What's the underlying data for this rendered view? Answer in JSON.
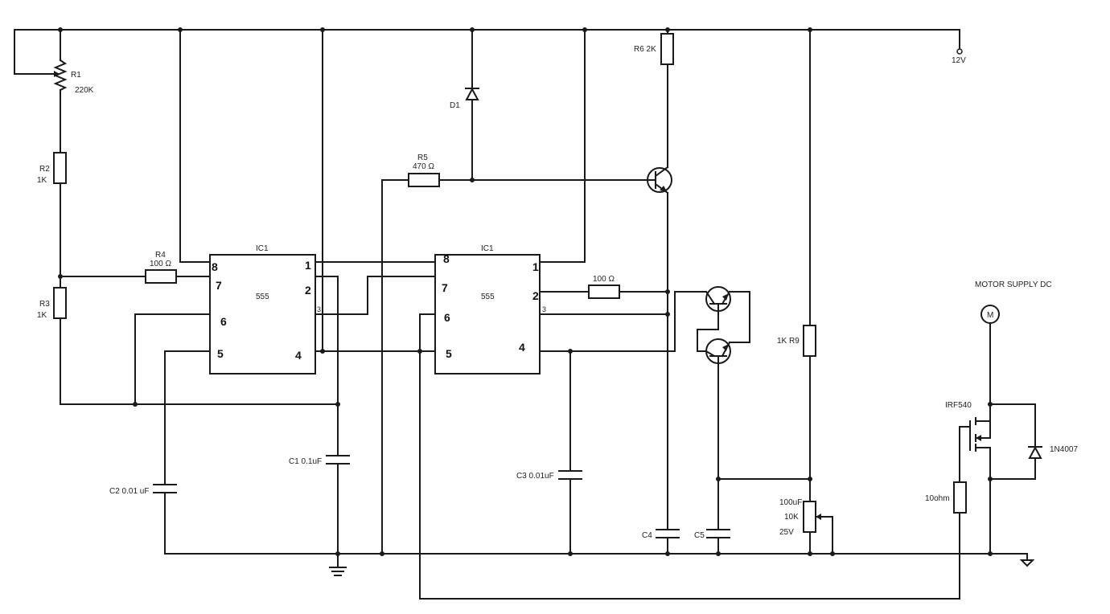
{
  "supply": {
    "label": "12V"
  },
  "r1": {
    "name": "R1",
    "value": "220K"
  },
  "r2": {
    "name": "R2",
    "value": "1K"
  },
  "r3": {
    "name": "R3",
    "value": "1K"
  },
  "r4": {
    "name": "R4",
    "value": "100 Ω"
  },
  "r5": {
    "name": "R5",
    "value": "470 Ω"
  },
  "r6": {
    "label": "R6 2K"
  },
  "r8": {
    "value": "100 Ω"
  },
  "r9": {
    "label": "1K R9"
  },
  "d1": {
    "name": "D1"
  },
  "c1": {
    "label": "C1 0.1uF"
  },
  "c2": {
    "label": "C2 0.01 uF"
  },
  "c3": {
    "label": "C3 0.01uF"
  },
  "c4": {
    "label": "C4"
  },
  "c5": {
    "label": "C5"
  },
  "pot": {
    "line1": "100uF",
    "line2": "10K",
    "line3": "25V"
  },
  "gate_res": {
    "label": "10ohm"
  },
  "ic1": {
    "name": "IC1",
    "chip": "555",
    "pins": {
      "p8": "8",
      "p7": "7",
      "p6": "6",
      "p5": "5",
      "p1": "1",
      "p2": "2",
      "p3": "3",
      "p4": "4"
    }
  },
  "ic2": {
    "name": "IC1",
    "chip": "555",
    "pins": {
      "p8": "8",
      "p7": "7",
      "p6": "6",
      "p5": "5",
      "p1": "1",
      "p2": "2",
      "p3": "3",
      "p4": "4"
    }
  },
  "motor": {
    "title": "MOTOR SUPPLY DC",
    "symbol": "M"
  },
  "mosfet": {
    "label": "IRF540"
  },
  "flyback": {
    "label": "1N4007"
  }
}
